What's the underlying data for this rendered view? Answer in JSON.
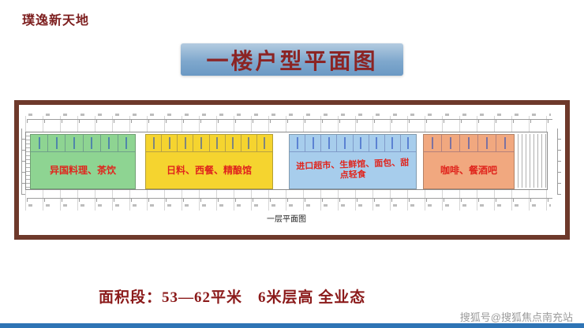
{
  "brand": "璞逸新天地",
  "banner": {
    "title": "一楼户型平面图",
    "text_color": "#8b2424",
    "bg_top": "#b3cbe0",
    "bg_bottom": "#6b99c4"
  },
  "plan": {
    "caption": "一层平面图",
    "frame_color": "#6e392b",
    "label_color": "#e0251d",
    "sections": [
      {
        "label": "异国料理、茶饮",
        "color": "#8ed492",
        "units": 6
      },
      {
        "label": "日料、西餐、精酿馆",
        "color": "#f5d42f",
        "units": 8
      },
      {
        "label": "进口超市、生鲜馆、面包、甜点轻食",
        "color": "#a7cdec",
        "units": 8
      },
      {
        "label": "咖啡、餐酒吧",
        "color": "#f1a87f",
        "units": 5
      }
    ]
  },
  "footer": {
    "area_text": "面积段：53—62平米　6米层高 全业态"
  },
  "watermark": "搜狐号@搜狐焦点南充站",
  "colors": {
    "brand_text": "#7d1f1f",
    "footer_text": "#8b1a1a",
    "bottom_bar": "#2e74b5"
  }
}
